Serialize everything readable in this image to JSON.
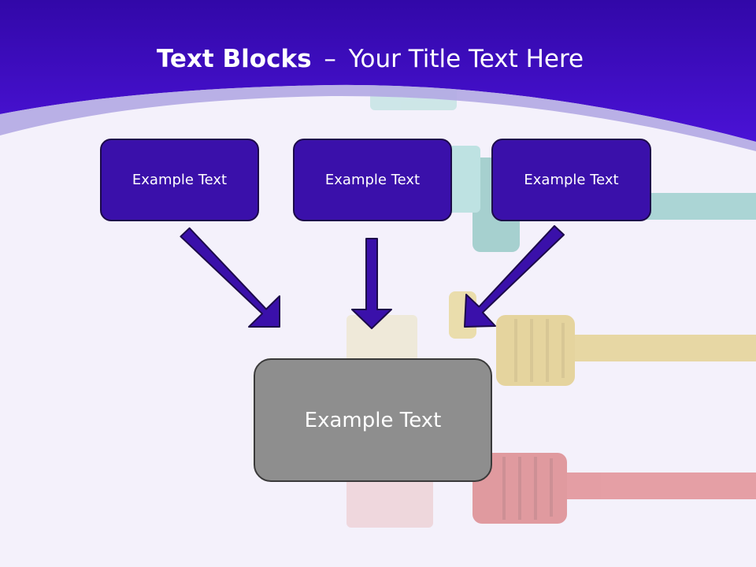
{
  "title": {
    "bold": "Text Blocks",
    "separator": "–",
    "rest": "Your Title Text Here"
  },
  "blocks": {
    "top": [
      {
        "label": "Example Text"
      },
      {
        "label": "Example Text"
      },
      {
        "label": "Example Text"
      }
    ],
    "bottom": {
      "label": "Example Text"
    }
  },
  "colors": {
    "header": "#3d0fc2",
    "box_fill": "#3a10aa",
    "arrow_fill": "#3a10aa",
    "bottom_fill": "#8e8e8e",
    "background": "#f4f1fb"
  }
}
